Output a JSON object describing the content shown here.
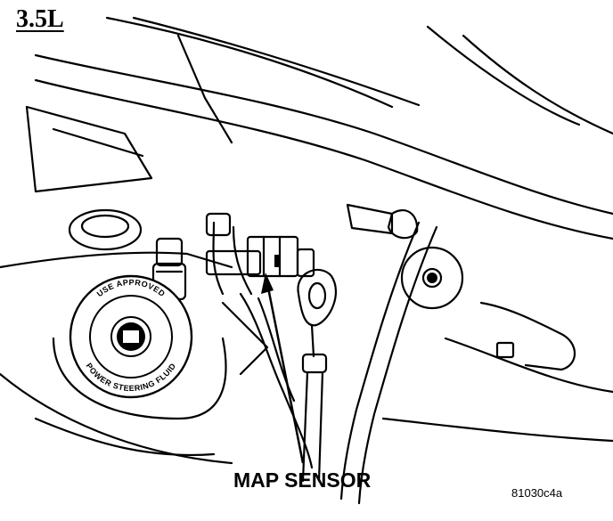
{
  "diagram": {
    "engine_label": "3.5L",
    "callout_label": "MAP SENSOR",
    "figure_number": "81030c4a",
    "cap_text_top": "USE APPROVED",
    "cap_text_bottom": "POWER STEERING FLUID"
  },
  "colors": {
    "line": "#000000",
    "background": "#ffffff"
  }
}
